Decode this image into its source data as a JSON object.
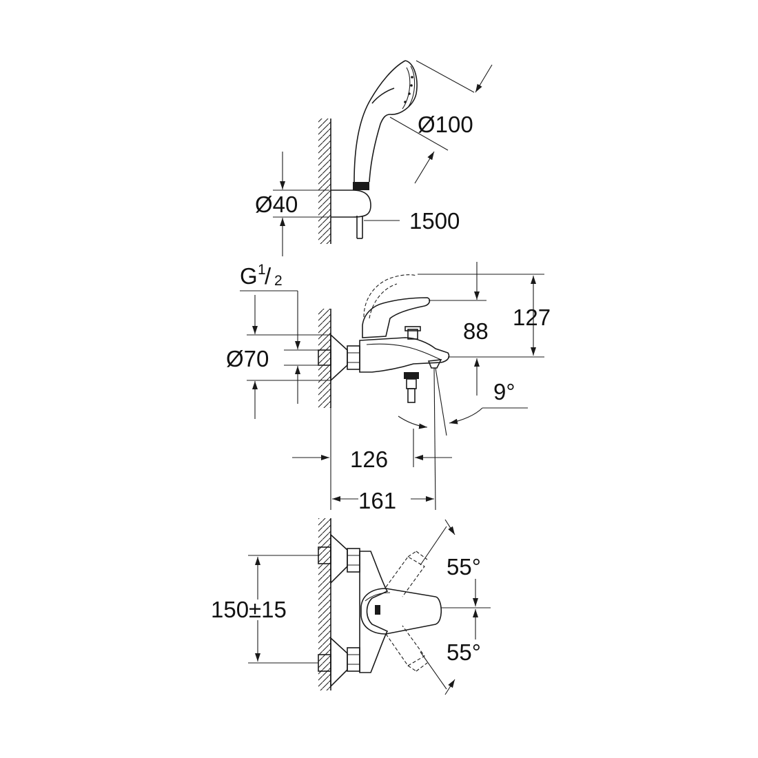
{
  "labels": {
    "hand_shower_diameter": "Ø100",
    "holder_diameter": "Ø40",
    "hose_length": "1500",
    "thread_g": "G",
    "thread_numerator": "1",
    "thread_denominator": "2",
    "rosette_diameter": "Ø70",
    "height_total": "127",
    "height_spout": "88",
    "spout_angle": "9°",
    "depth_inner": "126",
    "depth_total": "161",
    "center_distance": "150±15",
    "swivel_upper": "55°",
    "swivel_lower": "55°"
  }
}
